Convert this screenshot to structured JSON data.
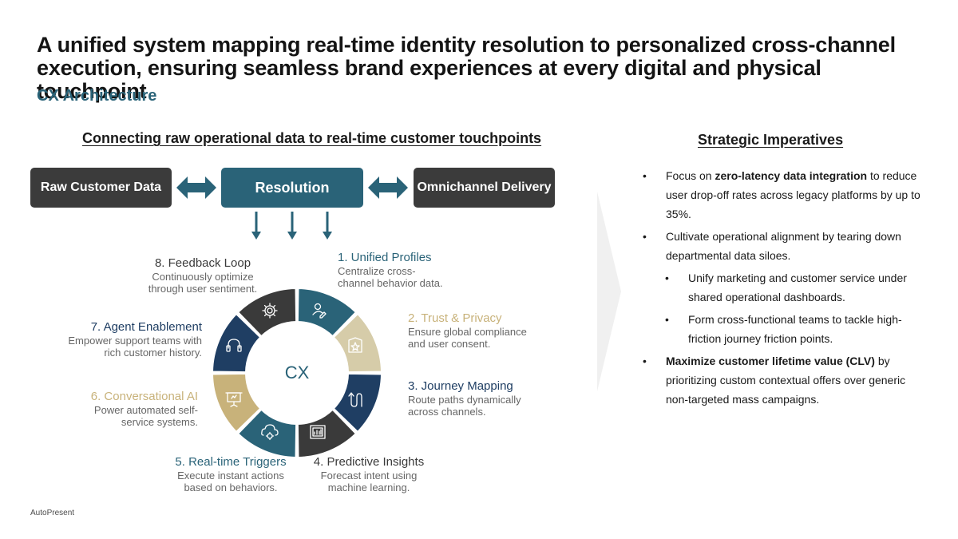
{
  "title": "A unified system mapping real-time identity resolution to personalized cross-channel execution, ensuring seamless brand experiences at every digital and physical touchpoint",
  "subtitle": "CX Architecture",
  "left_heading": "Connecting raw operational data to real-time customer touchpoints",
  "right_heading": "Strategic Imperatives",
  "flow": {
    "raw_data": "Raw Customer Data",
    "resolution": "Resolution",
    "delivery": "Omnichannel Delivery"
  },
  "cycle": {
    "center_label": "CX",
    "steps": [
      {
        "title": "1. Unified Profiles",
        "desc": "Centralize cross-channel behavior data.",
        "icon": "user-edit-icon",
        "color": "#2a6378"
      },
      {
        "title": "2. Trust & Privacy",
        "desc": "Ensure global compliance and user consent.",
        "icon": "shield-star-icon",
        "color": "#d6cca9"
      },
      {
        "title": "3. Journey Mapping",
        "desc": "Route paths dynamically across channels.",
        "icon": "path-icon",
        "color": "#1f3e63"
      },
      {
        "title": "4. Predictive Insights",
        "desc": "Forecast intent using machine learning.",
        "icon": "chart-icon",
        "color": "#3a3a3a"
      },
      {
        "title": "5. Real-time Triggers",
        "desc": "Execute instant actions based on behaviors.",
        "icon": "cloud-gear-icon",
        "color": "#2a6378"
      },
      {
        "title": "6. Conversational AI",
        "desc": "Power automated self-service systems.",
        "icon": "presentation-icon",
        "color": "#c8b27a"
      },
      {
        "title": "7. Agent Enablement",
        "desc": "Empower support teams with rich customer history.",
        "icon": "headset-icon",
        "color": "#1f3e63"
      },
      {
        "title": "8. Feedback Loop",
        "desc": "Continuously optimize through user sentiment.",
        "icon": "gear-icon",
        "color": "#3a3a3a"
      }
    ]
  },
  "imperatives": [
    {
      "level": 1,
      "bold": "",
      "pre": "Focus on ",
      "strong": "zero-latency data integration",
      "post": " to reduce user drop-off rates across legacy platforms by up to 35%."
    },
    {
      "level": 1,
      "pre": "Cultivate operational alignment by tearing down departmental data siloes.",
      "strong": "",
      "post": ""
    },
    {
      "level": 2,
      "pre": "Unify marketing and customer service under shared operational dashboards.",
      "strong": "",
      "post": ""
    },
    {
      "level": 2,
      "pre": "Form cross-functional teams to tackle high-friction journey friction points.",
      "strong": "",
      "post": ""
    },
    {
      "level": 1,
      "pre": "",
      "strong": "Maximize customer lifetime value (CLV)",
      "post": " by prioritizing custom contextual offers over generic non-targeted mass campaigns."
    }
  ],
  "bullet_glyph": "•",
  "footer": "AutoPresent",
  "colors": {
    "teal": "#2a6378",
    "dark": "#3b3b3b",
    "navy": "#1f3e63",
    "beige": "#d6cca9",
    "gold": "#c8b27a"
  }
}
